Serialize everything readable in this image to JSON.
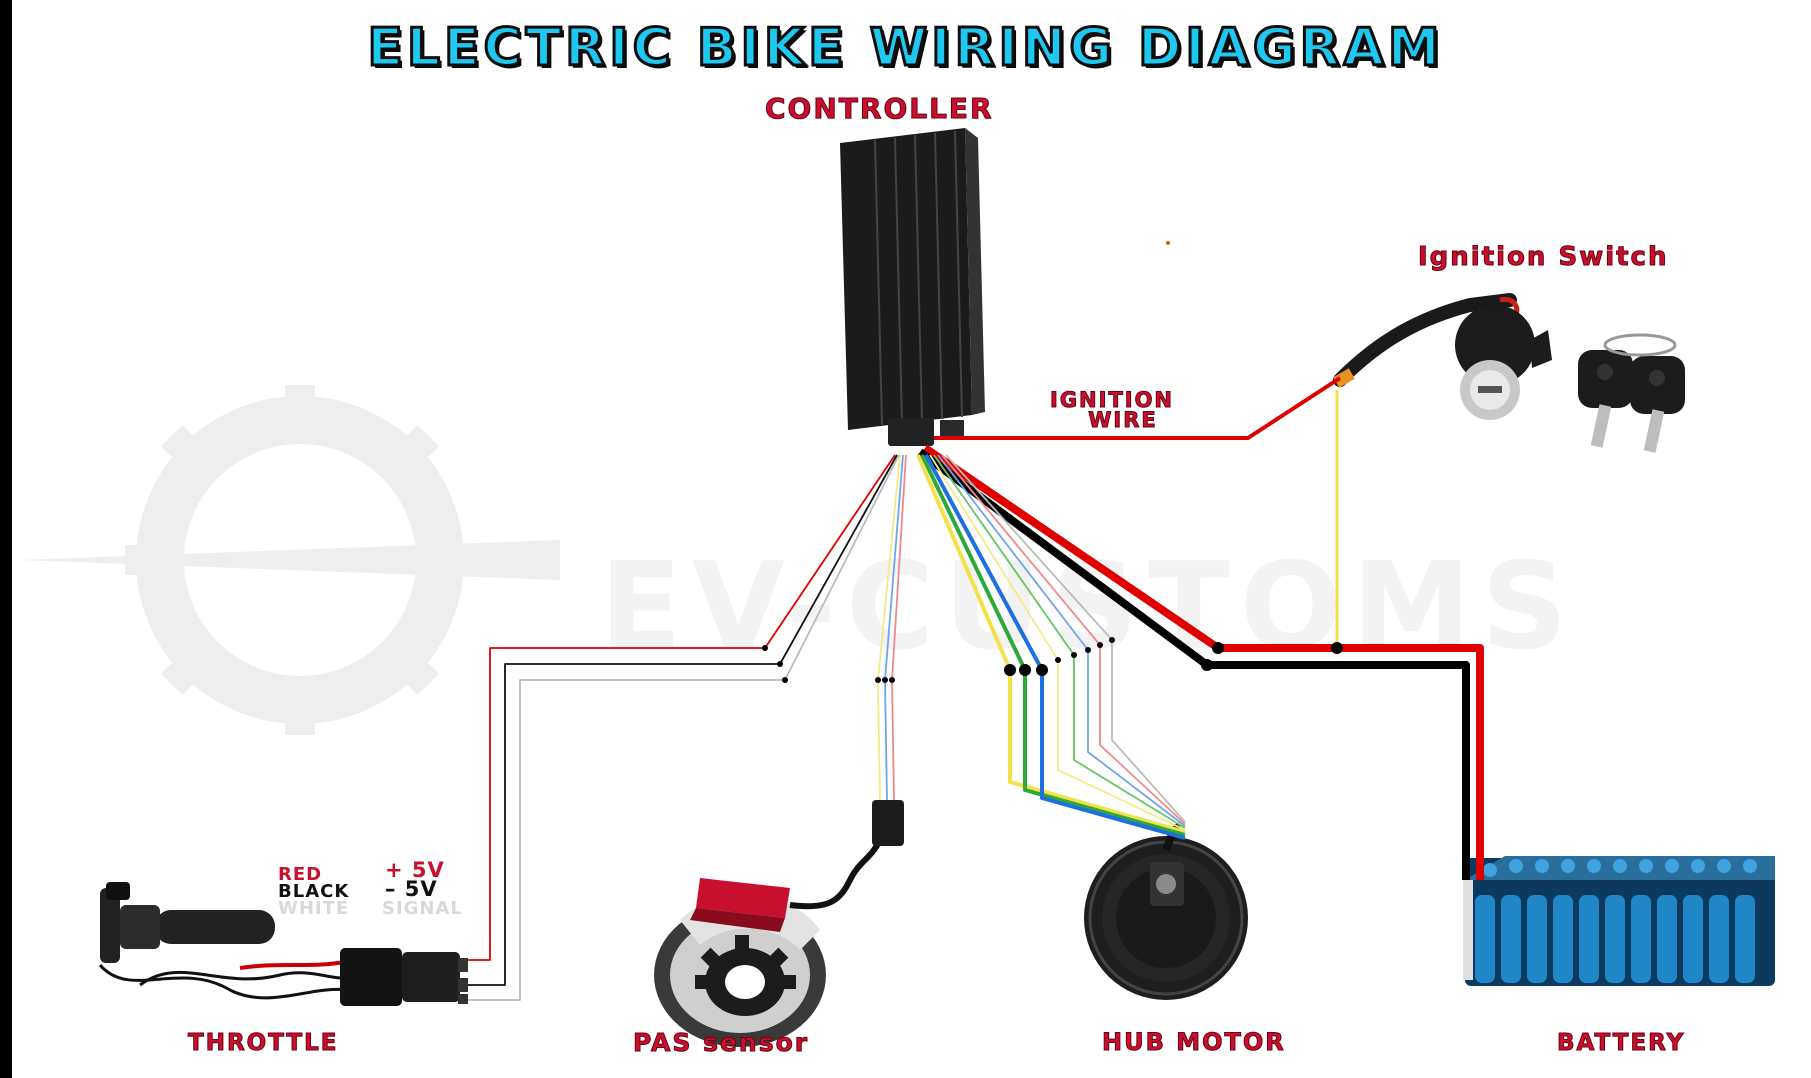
{
  "title": "ELECTRIC BIKE WIRING DIAGRAM",
  "watermark": "EV-CUSTOMS",
  "components": {
    "controller": "CONTROLLER",
    "ignition_switch": "Ignition Switch",
    "ignition_wire_line1": "IGNITION",
    "ignition_wire_line2": "WIRE",
    "throttle": "THROTTLE",
    "pas_sensor": "PAS sensor",
    "hub_motor": "HUB MOTOR",
    "battery": "BATTERY"
  },
  "throttle_wires": [
    {
      "color_name": "RED",
      "function": "+ 5V",
      "hex": "#e00000"
    },
    {
      "color_name": "BLACK",
      "function": "– 5V",
      "hex": "#111111"
    },
    {
      "color_name": "WHITE",
      "function": "SIGNAL",
      "hex": "#cfcfcf"
    }
  ],
  "colors": {
    "title_fill": "#1ec8f0",
    "label_red": "#c8102e",
    "wire_red": "#e00000",
    "wire_black": "#000000",
    "wire_yellow": "#f2e24a",
    "wire_green": "#2fa83a",
    "wire_blue": "#1e6fe0"
  }
}
